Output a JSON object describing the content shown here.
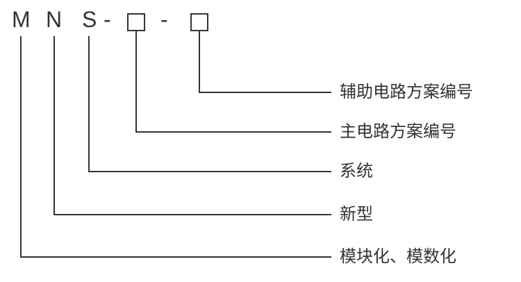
{
  "diagram": {
    "title": "MNS model designation diagram",
    "code": {
      "letter_m": "M",
      "letter_n": "N",
      "letter_s": "S",
      "dash1": "-",
      "dash2": "-",
      "box1_icon": "empty-square-placeholder",
      "box2_icon": "empty-square-placeholder"
    },
    "labels": {
      "aux_circuit": "辅助电路方案编号",
      "main_circuit": "主电路方案编号",
      "system": "系统",
      "new_type": "新型",
      "modular": "模块化、模数化"
    },
    "colors": {
      "line": "#333333",
      "text": "#333333",
      "background": "#ffffff"
    }
  }
}
